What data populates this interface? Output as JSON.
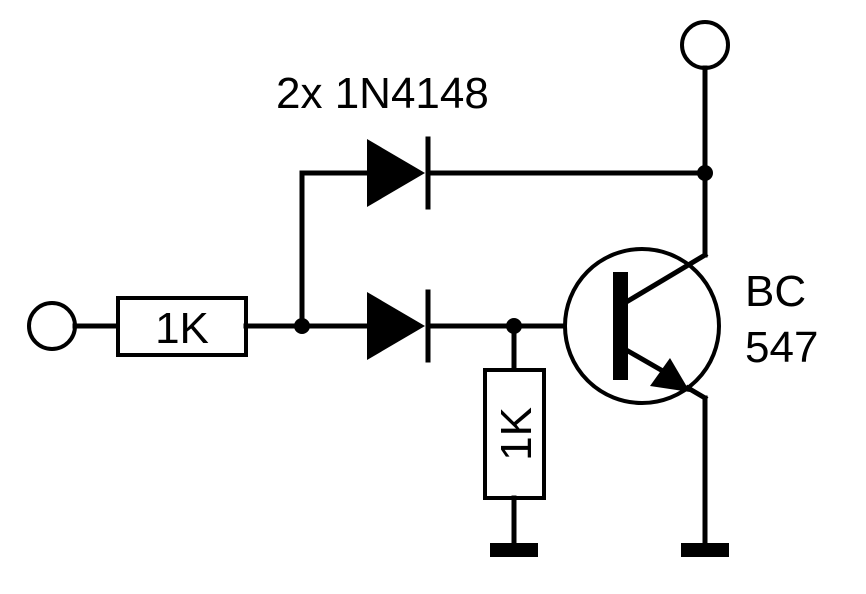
{
  "diagram": {
    "diode_label": "2x 1N4148",
    "resistor_series_label": "1K",
    "resistor_shunt_label": "1K",
    "transistor_label_line1": "BC",
    "transistor_label_line2": "547"
  },
  "colors": {
    "ink": "#000000",
    "background": "#ffffff"
  }
}
